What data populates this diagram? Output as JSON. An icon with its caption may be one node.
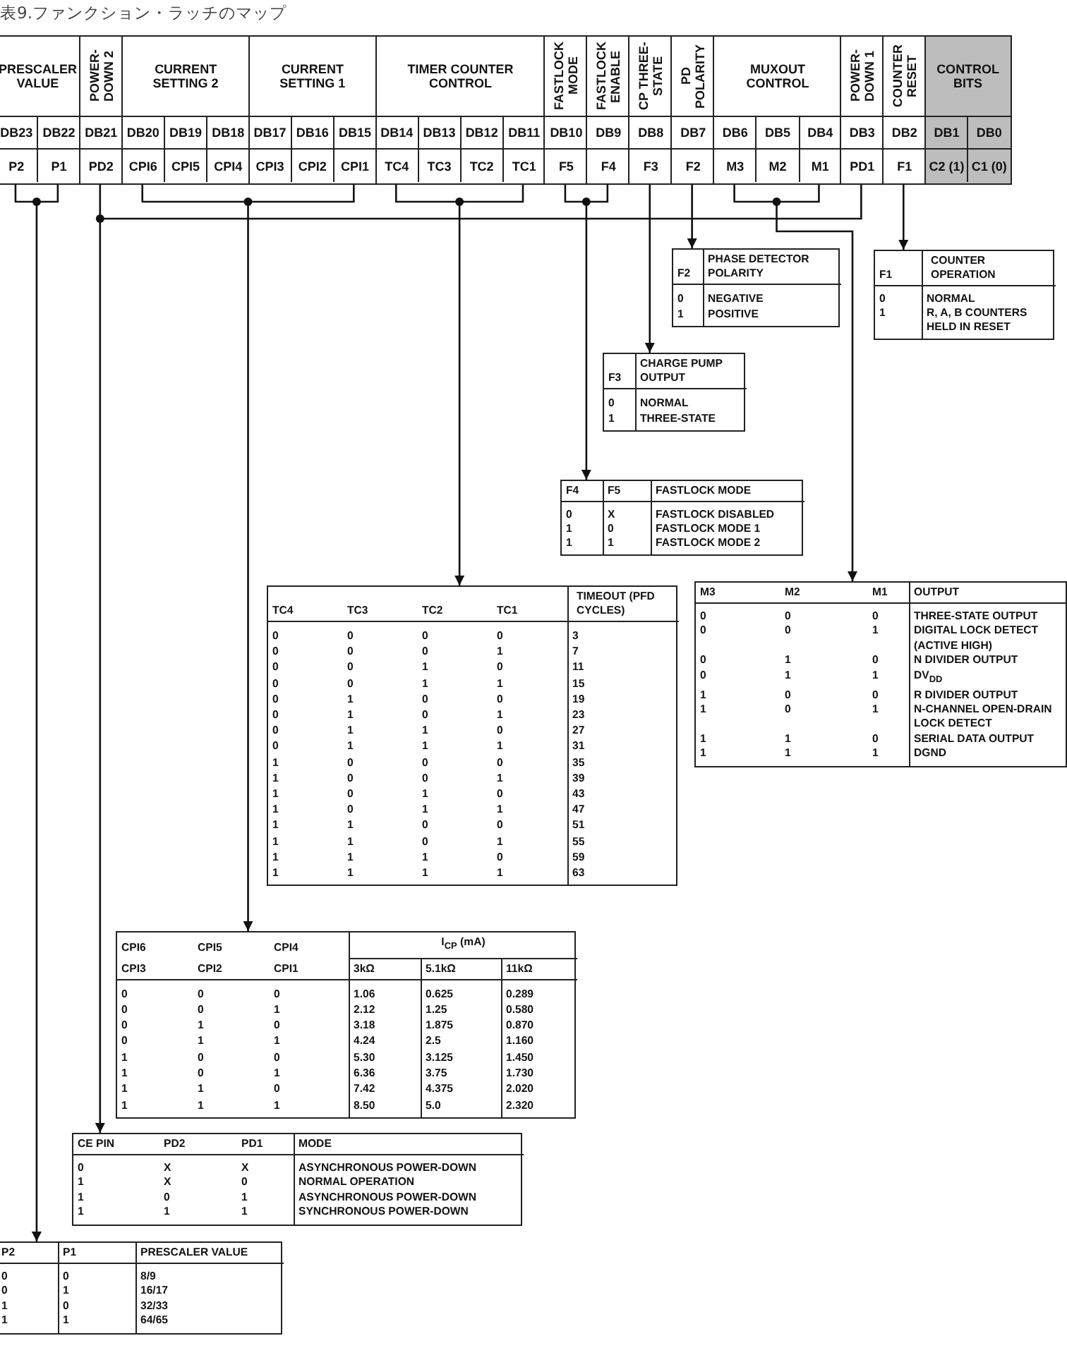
{
  "diagram": {
    "title": "表9.ファンクション・ラッチのマップ",
    "nodes": [
      {
        "text": [
          "PRESCALER VALUE",
          "DB23",
          "DB22",
          "P2",
          "P1"
        ]
      },
      {
        "text": [
          "POWER-DOWN 2",
          "DB21",
          "PD2"
        ]
      },
      {
        "text": [
          "CURRENT SETTING 2",
          "DB20",
          "DB19",
          "DB18",
          "CPI6",
          "CPI5",
          "CPI4"
        ]
      },
      {
        "text": [
          "CURRENT SETTING 1",
          "DB17",
          "DB16",
          "DB15",
          "CPI3",
          "CPI2",
          "CPI1"
        ]
      },
      {
        "text": [
          "TIMER COUNTER CONTROL",
          "DB14",
          "DB13",
          "DB12",
          "DB11",
          "TC4",
          "TC3",
          "TC2",
          "TC1"
        ]
      },
      {
        "text": [
          "FASTLOCK MODE",
          "DB10",
          "F5"
        ]
      },
      {
        "text": [
          "FASTLOCK ENABLE",
          "DB9",
          "F4"
        ]
      },
      {
        "text": [
          "CP THREE-STATE",
          "DB8",
          "F3"
        ]
      },
      {
        "text": [
          "PD POLARITY",
          "DB7",
          "F2"
        ]
      },
      {
        "text": [
          "MUXOUT CONTROL",
          "DB6",
          "DB5",
          "DB4",
          "M3",
          "M2",
          "M1"
        ]
      },
      {
        "text": [
          "POWER-DOWN 1",
          "DB3",
          "PD1"
        ]
      },
      {
        "text": [
          "COUNTER RESET",
          "DB2",
          "F1"
        ]
      },
      {
        "text": [
          "CONTROL BITS",
          "DB1",
          "DB0",
          "C2 (1)",
          "C1 (0)"
        ]
      },
      {
        "text": [
          "F2",
          "PHASE DETECTOR POLARITY",
          "0",
          "NEGATIVE",
          "1",
          "POSITIVE"
        ]
      },
      {
        "text": [
          "F1",
          "COUNTER OPERATION",
          "0",
          "NORMAL",
          "1",
          "R, A, B COUNTERS HELD IN RESET"
        ]
      },
      {
        "text": [
          "F3",
          "CHARGE PUMP OUTPUT",
          "0",
          "NORMAL",
          "1",
          "THREE-STATE"
        ]
      },
      {
        "text": [
          "F4",
          "F5",
          "FASTLOCK MODE",
          "0",
          "X",
          "FASTLOCK DISABLED",
          "1",
          "0",
          "FASTLOCK MODE 1",
          "1",
          "1",
          "FASTLOCK MODE 2"
        ]
      },
      {
        "text": [
          "TC4",
          "TC3",
          "TC2",
          "TC1",
          "TIMEOUT (PFD CYCLES)",
          "0",
          "0",
          "0",
          "0",
          "3",
          "0",
          "0",
          "0",
          "1",
          "7",
          "0",
          "0",
          "1",
          "0",
          "11",
          "0",
          "0",
          "1",
          "1",
          "15",
          "0",
          "1",
          "0",
          "0",
          "19",
          "0",
          "1",
          "0",
          "1",
          "23",
          "0",
          "1",
          "1",
          "0",
          "27",
          "0",
          "1",
          "1",
          "1",
          "31",
          "1",
          "0",
          "0",
          "0",
          "35",
          "1",
          "0",
          "0",
          "1",
          "39",
          "1",
          "0",
          "1",
          "0",
          "43",
          "1",
          "0",
          "1",
          "1",
          "47",
          "1",
          "1",
          "0",
          "0",
          "51",
          "1",
          "1",
          "0",
          "1",
          "55",
          "1",
          "1",
          "1",
          "0",
          "59",
          "1",
          "1",
          "1",
          "1",
          "63"
        ]
      },
      {
        "text": [
          "M3",
          "M2",
          "M1",
          "OUTPUT",
          "0",
          "0",
          "0",
          "THREE-STATE OUTPUT",
          "0",
          "0",
          "1",
          "DIGITAL LOCK DETECT (ACTIVE HIGH)",
          "0",
          "1",
          "0",
          "N DIVIDER OUTPUT",
          "0",
          "1",
          "1",
          "DV$_{DD}$",
          "1",
          "0",
          "0",
          "R DIVIDER OUTPUT",
          "1",
          "0",
          "1",
          "N-CHANNEL OPEN-DRAIN LOCK DETECT",
          "1",
          "1",
          "0",
          "SERIAL DATA OUTPUT",
          "1",
          "1",
          "1",
          "DGND"
        ]
      },
      {
        "text": [
          "CPI6",
          "CPI5",
          "CPI4",
          "I$_{CP}$ (mA)",
          "CPI3",
          "CPI2",
          "CPI1",
          "3kΩ",
          "5.1kΩ",
          "11kΩ",
          "0",
          "0",
          "0",
          "1.06",
          "0.625",
          "0.289",
          "0",
          "0",
          "1",
          "2.12",
          "1.25",
          "0.580",
          "0",
          "1",
          "0",
          "3.18",
          "1.875",
          "0.870",
          "0",
          "1",
          "1",
          "4.24",
          "2.5",
          "1.160",
          "1",
          "0",
          "0",
          "5.30",
          "3.125",
          "1.450",
          "1",
          "0",
          "1",
          "6.36",
          "3.75",
          "1.730",
          "1",
          "1",
          "0",
          "7.42",
          "4.375",
          "2.020",
          "1",
          "1",
          "1",
          "8.50",
          "5.0",
          "2.320"
        ]
      },
      {
        "text": [
          "CE PIN",
          "PD2",
          "PD1",
          "MODE",
          "0",
          "X",
          "X",
          "ASYNCHRONOUS POWER-DOWN",
          "1",
          "X",
          "0",
          "NORMAL OPERATION",
          "1",
          "0",
          "1",
          "ASYNCHRONOUS POWER-DOWN",
          "1",
          "1",
          "1",
          "SYNCHRONOUS POWER-DOWN"
        ]
      },
      {
        "text": [
          "P2",
          "P1",
          "PRESCALER VALUE",
          "0",
          "0",
          "8/9",
          "0",
          "1",
          "16/17",
          "1",
          "0",
          "32/33",
          "1",
          "1",
          "64/65"
        ]
      }
    ],
    "edges": [
      {
        "from": 0,
        "to": 21,
        "arrow": "to"
      },
      {
        "from": 1,
        "to": 20,
        "arrow": "to"
      },
      {
        "from": 10,
        "to": 20,
        "arrow": "to"
      },
      {
        "from": 2,
        "to": 19,
        "arrow": "to"
      },
      {
        "from": 3,
        "to": 19,
        "arrow": "to"
      },
      {
        "from": 4,
        "to": 17,
        "arrow": "to"
      },
      {
        "from": 5,
        "to": 16,
        "arrow": "to"
      },
      {
        "from": 6,
        "to": 16,
        "arrow": "to"
      },
      {
        "from": 7,
        "to": 15,
        "arrow": "to"
      },
      {
        "from": 8,
        "to": 13,
        "arrow": "to"
      },
      {
        "from": 9,
        "to": 18,
        "arrow": "to"
      },
      {
        "from": 11,
        "to": 14,
        "arrow": "to"
      }
    ]
  }
}
